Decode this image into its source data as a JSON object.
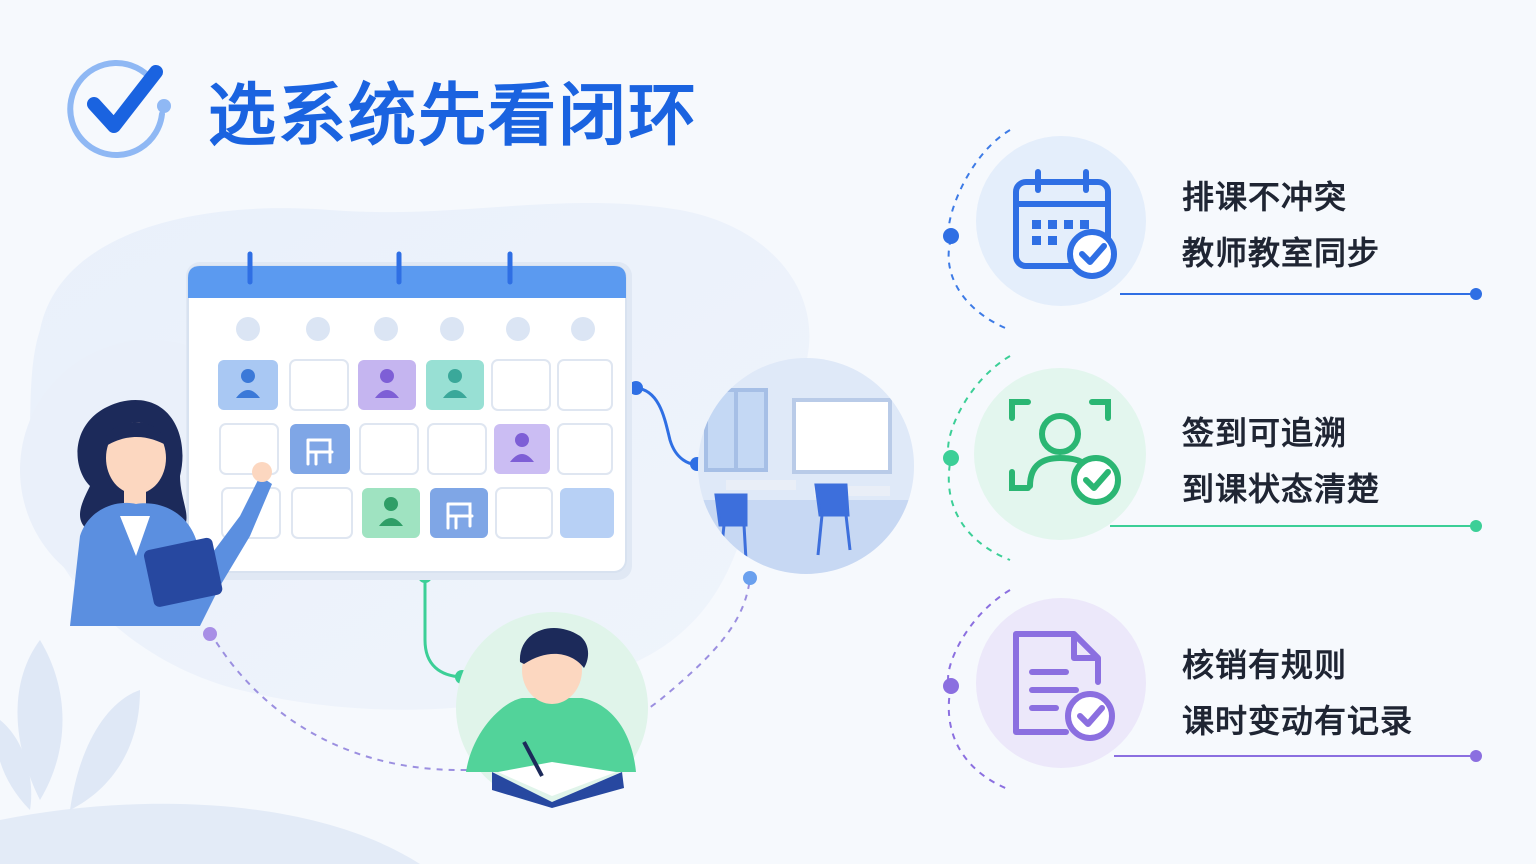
{
  "title": "选系统先看闭环",
  "colors": {
    "blue": "#1a63e0",
    "green": "#2bb673",
    "purple": "#8b6fe0",
    "text": "#1f2533"
  },
  "header_icon": "check-circle-icon",
  "features": [
    {
      "icon": "calendar-check-icon",
      "line1": "排课不冲突",
      "line2": "教师教室同步",
      "accent": "#2f6fe4"
    },
    {
      "icon": "face-check-icon",
      "line1": "签到可追溯",
      "line2": "到课状态清楚",
      "accent": "#3ccf97"
    },
    {
      "icon": "document-check-icon",
      "line1": "核销有规则",
      "line2": "课时变动有记录",
      "accent": "#8b6fe0"
    }
  ]
}
